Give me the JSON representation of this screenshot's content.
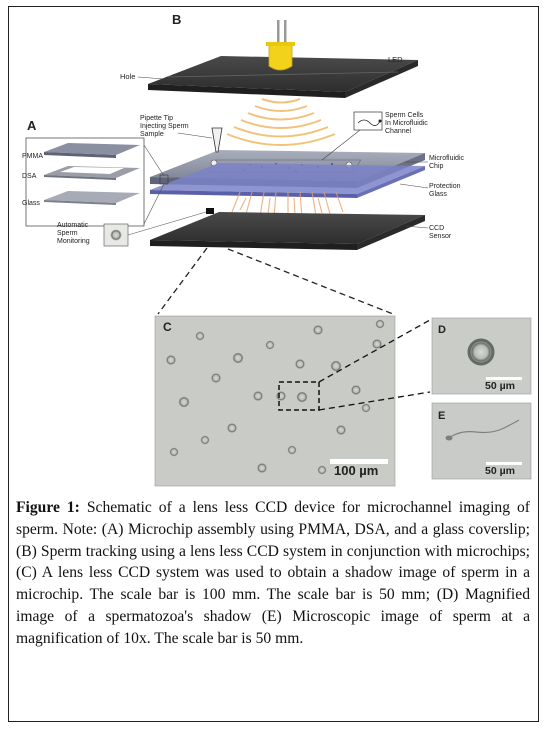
{
  "panels": {
    "a": "A",
    "b": "B",
    "c": "C",
    "d": "D",
    "e": "E"
  },
  "labels": {
    "hole": "Hole",
    "led": "LED",
    "pipette_line1": "Pipette Tip",
    "pipette_line2": "Injecting Sperm",
    "pipette_line3": "Sample",
    "sperm_line1": "Sperm Cells",
    "sperm_line2": "In Microfluidic",
    "sperm_line3": "Channel",
    "chip_line1": "Microfluidic",
    "chip_line2": "Chip",
    "prot_line1": "Protection",
    "prot_line2": "Glass",
    "ccd_line1": "CCD",
    "ccd_line2": "Sensor",
    "pmma": "PMMA",
    "dsa": "DSA",
    "glass": "Glass",
    "auto_line1": "Automatic",
    "auto_line2": "Sperm",
    "auto_line3": "Monitoring"
  },
  "scalebars": {
    "c": "100 µm",
    "d": "50 µm",
    "e": "50 µm"
  },
  "caption": {
    "label": "Figure 1:",
    "text": " Schematic of a lens less CCD device for microchannel imaging of sperm. Note: (A) Microchip assembly using PMMA, DSA, and a glass coverslip; (B) Sperm tracking using a lens less CCD system in conjunction with microchips; (C) A lens less CCD system was used to obtain a shadow image of sperm in a microchip. The scale bar is 100 mm. The scale bar is 50 mm; (D) Magnified image of a spermatozoa's shadow (E) Microscopic image of sperm at a magnification of 10x. The scale bar is 50 mm."
  },
  "colors": {
    "plate_dark": "#3a3a3a",
    "chip_top": "#8f96a8",
    "protection_glass": "#7b82c8",
    "led_yellow": "#f2d21a",
    "wave_orange": "#f3c27a",
    "micro_bg": "#c8cbc6"
  }
}
